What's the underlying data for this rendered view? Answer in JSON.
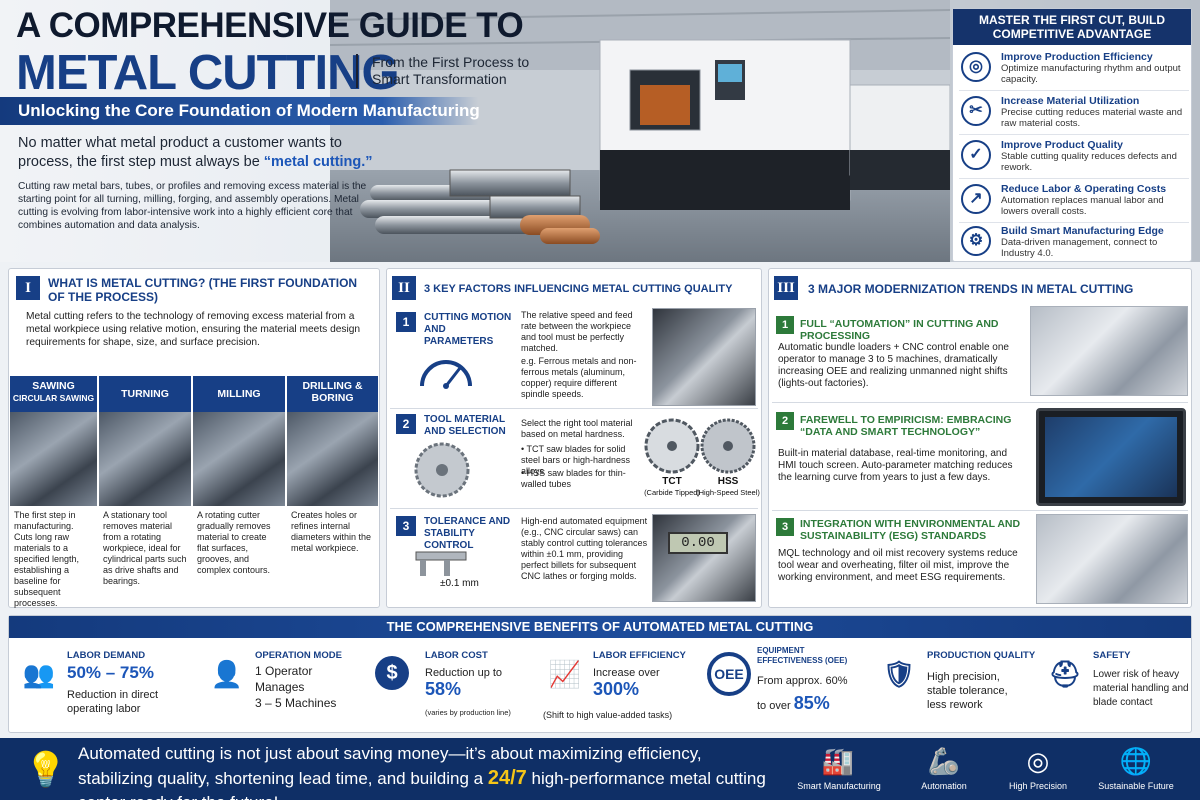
{
  "header": {
    "title_line1": "A COMPREHENSIVE GUIDE TO",
    "title_line2": "METAL CUTTING",
    "subtitle": "From the First Process to Smart Transformation",
    "banner": "Unlocking the Core Foundation of Modern Manufacturing",
    "intro_lead_prefix": "No matter what metal product a customer wants to process, the first step must always be ",
    "intro_lead_highlight": "“metal cutting.”",
    "intro_body": "Cutting raw metal bars, tubes, or profiles and removing excess material is the starting point for all turning, milling, forging, and assembly operations. Metal cutting is evolving from labor-intensive work into a highly efficient core that combines automation and data analysis."
  },
  "advantages": {
    "heading": "MASTER THE FIRST CUT, BUILD COMPETITIVE ADVANTAGE",
    "items": [
      {
        "title": "Improve Production Efficiency",
        "desc": "Optimize manufacturing rhythm and output capacity.",
        "icon": "target-icon"
      },
      {
        "title": "Increase Material Utilization",
        "desc": "Precise cutting reduces material waste and raw material costs.",
        "icon": "wrench-icon"
      },
      {
        "title": "Improve Product Quality",
        "desc": "Stable cutting quality reduces defects and rework.",
        "icon": "shield-check-icon"
      },
      {
        "title": "Reduce Labor & Operating Costs",
        "desc": "Automation replaces manual labor and lowers overall costs.",
        "icon": "chart-up-icon"
      },
      {
        "title": "Build Smart Manufacturing Edge",
        "desc": "Data-driven management, connect to Industry 4.0.",
        "icon": "gear-icon"
      }
    ]
  },
  "section1": {
    "numeral": "I",
    "title": "WHAT IS METAL CUTTING? (THE FIRST FOUNDATION OF THE PROCESS)",
    "body": "Metal cutting refers to the technology of removing excess material from a metal workpiece using relative motion, ensuring the material meets design requirements for shape, size, and surface precision.",
    "methods": [
      {
        "title": "SAWING",
        "subtitle": "CIRCULAR SAWING",
        "desc": "The first step in manufacturing. Cuts long raw materials to a specified length, establishing a baseline for subsequent processes."
      },
      {
        "title": "TURNING",
        "subtitle": "",
        "desc": "A stationary tool removes material from a rotating workpiece, ideal for cylindrical parts such as drive shafts and bearings."
      },
      {
        "title": "MILLING",
        "subtitle": "",
        "desc": "A rotating cutter gradually removes material to create flat surfaces, grooves, and complex contours."
      },
      {
        "title": "DRILLING & BORING",
        "subtitle": "",
        "desc": "Creates holes or refines internal diameters within the metal workpiece."
      }
    ]
  },
  "section2": {
    "numeral": "II",
    "title": "3 KEY FACTORS INFLUENCING METAL CUTTING QUALITY",
    "factors": [
      {
        "num": "1",
        "title": "CUTTING MOTION AND PARAMETERS",
        "desc": "The relative speed and feed rate between the workpiece and tool must be perfectly matched.",
        "desc2": "e.g. Ferrous metals and non-ferrous metals (aluminum, copper) require different spindle speeds."
      },
      {
        "num": "2",
        "title": "TOOL MATERIAL AND SELECTION",
        "desc": "Select the right tool material based on metal hardness.",
        "bullet1": "• TCT saw blades for solid steel bars or high-hardness alloys",
        "bullet2": "• HSS saw blades for thin-walled tubes",
        "blade1_label": "TCT",
        "blade1_sub": "(Carbide Tipped)",
        "blade2_label": "HSS",
        "blade2_sub": "(High-Speed Steel)"
      },
      {
        "num": "3",
        "title": "TOLERANCE AND STABILITY CONTROL",
        "desc": "High-end automated equipment (e.g., CNC circular saws) can stably control cutting tolerances within ±0.1 mm, providing perfect billets for subsequent CNC lathes or forging molds.",
        "caliper_label": "±0.1 mm",
        "readout": "0.00"
      }
    ]
  },
  "section3": {
    "numeral": "III",
    "title": "3 MAJOR MODERNIZATION TRENDS IN METAL CUTTING",
    "trends": [
      {
        "num": "1",
        "title": "FULL “AUTOMATION” IN CUTTING AND PROCESSING",
        "desc": "Automatic bundle loaders + CNC control enable one operator to manage 3 to 5 machines, dramatically increasing OEE and realizing unmanned night shifts (lights-out factories)."
      },
      {
        "num": "2",
        "title": "FAREWELL TO EMPIRICISM: EMBRACING “DATA AND SMART TECHNOLOGY”",
        "desc": "Built-in material database, real-time monitoring, and HMI touch screen. Auto-parameter matching reduces the learning curve from years to just a few days."
      },
      {
        "num": "3",
        "title": "INTEGRATION WITH ENVIRONMENTAL AND SUSTAINABILITY (ESG) STANDARDS",
        "desc": "MQL technology and oil mist recovery systems reduce tool wear and overheating, filter oil mist, improve the working environment, and meet ESG requirements."
      }
    ]
  },
  "benefits": {
    "heading": "THE COMPREHENSIVE BENEFITS OF AUTOMATED METAL CUTTING",
    "items": [
      {
        "label": "LABOR DEMAND",
        "big": "50% – 75%",
        "text": "Reduction in direct operating labor",
        "icon": "people-icon"
      },
      {
        "label": "OPERATION MODE",
        "line1": "1 Operator",
        "line2": "Manages",
        "line3": "3 – 5 Machines",
        "icon": "operator-icon"
      },
      {
        "label": "LABOR COST",
        "pre": "Reduction up to",
        "big": "58%",
        "note": "(varies by production line)",
        "icon": "dollar-icon"
      },
      {
        "label": "LABOR EFFICIENCY",
        "pre": "Increase over",
        "big": "300%",
        "note": "(Shift to high value-added tasks)",
        "icon": "bar-chart-icon"
      },
      {
        "label": "EQUIPMENT EFFECTIVENESS (OEE)",
        "pre": "From approx. 60%",
        "post": "to over",
        "big": "85%",
        "badge": "OEE",
        "icon": "oee-icon"
      },
      {
        "label": "PRODUCTION QUALITY",
        "text": "High precision, stable tolerance, less rework",
        "icon": "shield-check-icon"
      },
      {
        "label": "SAFETY",
        "text": "Lower risk of heavy material handling and blade contact",
        "icon": "worker-icon"
      }
    ]
  },
  "footer": {
    "text_prefix": "Automated cutting is not just about saving money—it’s about maximizing efficiency, stabilizing quality, shortening lead time, and building a ",
    "text_highlight": "24/7",
    "text_suffix": " high-performance metal cutting center ready for the future!",
    "icons": [
      {
        "label": "Smart Manufacturing",
        "icon": "factory-icon"
      },
      {
        "label": "Automation",
        "icon": "robot-arm-icon"
      },
      {
        "label": "High Precision",
        "icon": "target-icon"
      },
      {
        "label": "Sustainable Future",
        "icon": "globe-icon"
      }
    ]
  },
  "colors": {
    "navy": "#173f86",
    "dark_navy": "#0f2f66",
    "accent_blue": "#1c56b8",
    "green": "#2d7a3a",
    "yellow": "#f5c518"
  }
}
